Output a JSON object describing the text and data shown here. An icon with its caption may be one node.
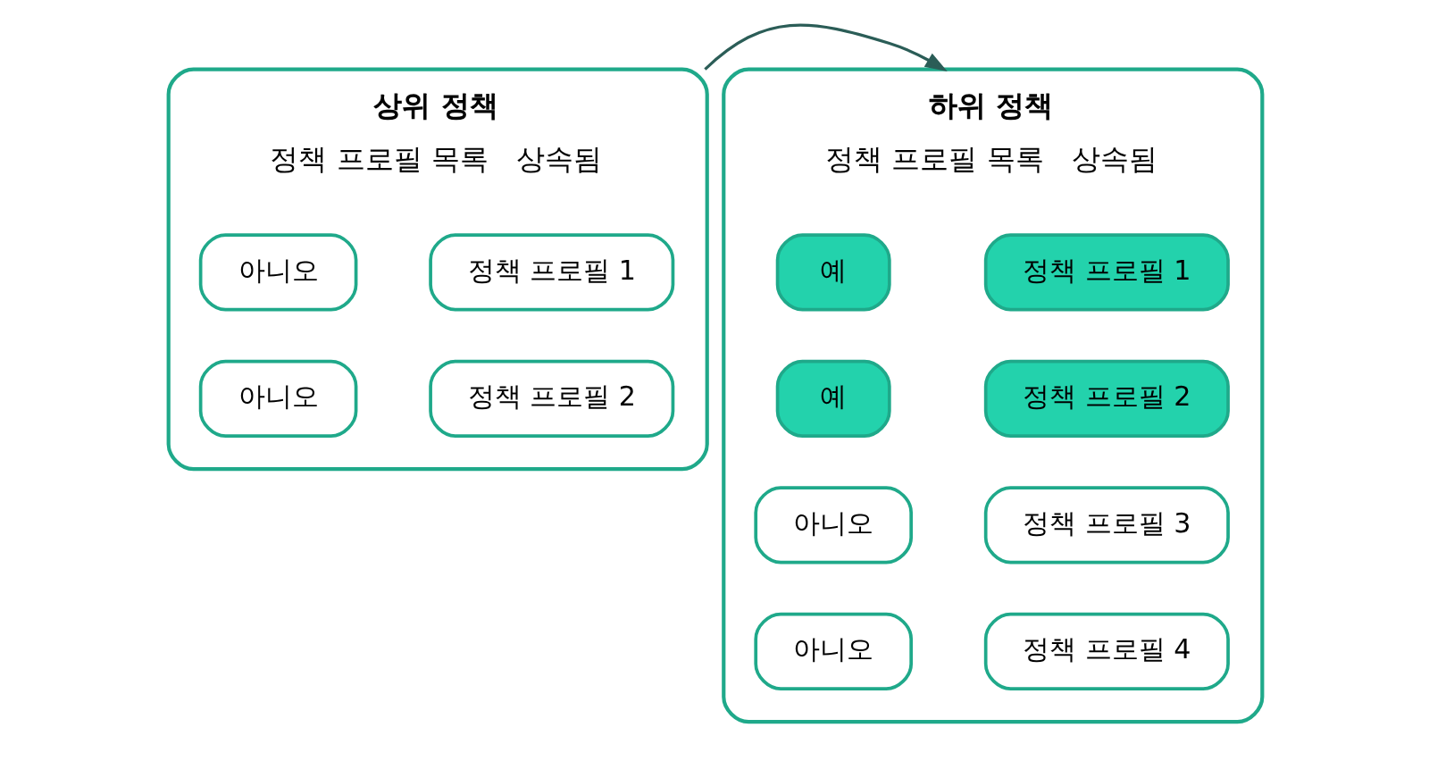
{
  "diagram": {
    "nodes": [
      {
        "text": [
          "상위 정책",
          "정책 프로필 목록",
          "상속됨"
        ]
      },
      {
        "text": [
          "정책 프로필 1"
        ],
        "in": 0
      },
      {
        "text": [
          "아니오"
        ],
        "in": 0
      },
      {
        "text": [
          "정책 프로필 2"
        ],
        "in": 0
      },
      {
        "text": [
          "아니오"
        ],
        "in": 0
      },
      {
        "text": [
          "하위 정책",
          "정책 프로필 목록",
          "상속됨"
        ]
      },
      {
        "text": [
          "정책 프로필 1"
        ],
        "in": 5
      },
      {
        "text": [
          "예"
        ],
        "in": 5
      },
      {
        "text": [
          "정책 프로필 2"
        ],
        "in": 5
      },
      {
        "text": [
          "예"
        ],
        "in": 5
      },
      {
        "text": [
          "정책 프로필 3"
        ],
        "in": 5
      },
      {
        "text": [
          "아니오"
        ],
        "in": 5
      },
      {
        "text": [
          "정책 프로필 4"
        ],
        "in": 5
      },
      {
        "text": [
          "아니오"
        ],
        "in": 5
      }
    ],
    "edges": [
      {
        "from": 0,
        "to": 5,
        "arrow": "to"
      }
    ]
  }
}
